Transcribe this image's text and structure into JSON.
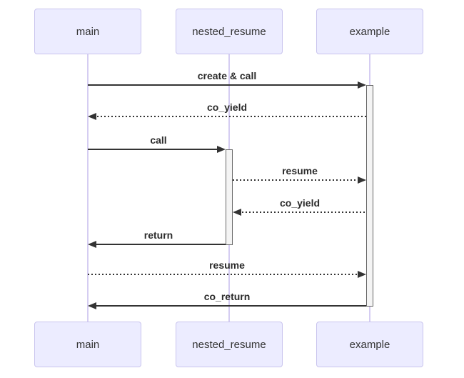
{
  "diagram": {
    "type": "sequence-diagram",
    "participants": [
      {
        "name": "main"
      },
      {
        "name": "nested_resume"
      },
      {
        "name": "example"
      }
    ],
    "messages": [
      {
        "label": "create & call",
        "from": "main",
        "to": "example",
        "line": "solid",
        "direction": "right"
      },
      {
        "label": "co_yield",
        "from": "example",
        "to": "main",
        "line": "dotted",
        "direction": "left"
      },
      {
        "label": "call",
        "from": "main",
        "to": "nested_resume",
        "line": "solid",
        "direction": "right"
      },
      {
        "label": "resume",
        "from": "nested_resume",
        "to": "example",
        "line": "dotted",
        "direction": "right"
      },
      {
        "label": "co_yield",
        "from": "example",
        "to": "nested_resume",
        "line": "dotted",
        "direction": "left"
      },
      {
        "label": "return",
        "from": "nested_resume",
        "to": "main",
        "line": "solid",
        "direction": "left"
      },
      {
        "label": "resume",
        "from": "main",
        "to": "example",
        "line": "dotted",
        "direction": "right"
      },
      {
        "label": "co_return",
        "from": "example",
        "to": "main",
        "line": "solid",
        "direction": "left"
      }
    ],
    "activations": [
      {
        "participant": "example",
        "from_message": "create & call",
        "to_message": "co_return"
      },
      {
        "participant": "nested_resume",
        "from_message": "call",
        "to_message": "return"
      }
    ],
    "colors": {
      "actor_fill": "#ececff",
      "actor_border": "#c9c4ee",
      "lifeline": "#d5cdf2",
      "message_line": "#333333",
      "message_text": "#2b2b2b",
      "activation_fill": "#f4f4f4",
      "activation_border": "#666666",
      "background": "#ffffff"
    }
  }
}
